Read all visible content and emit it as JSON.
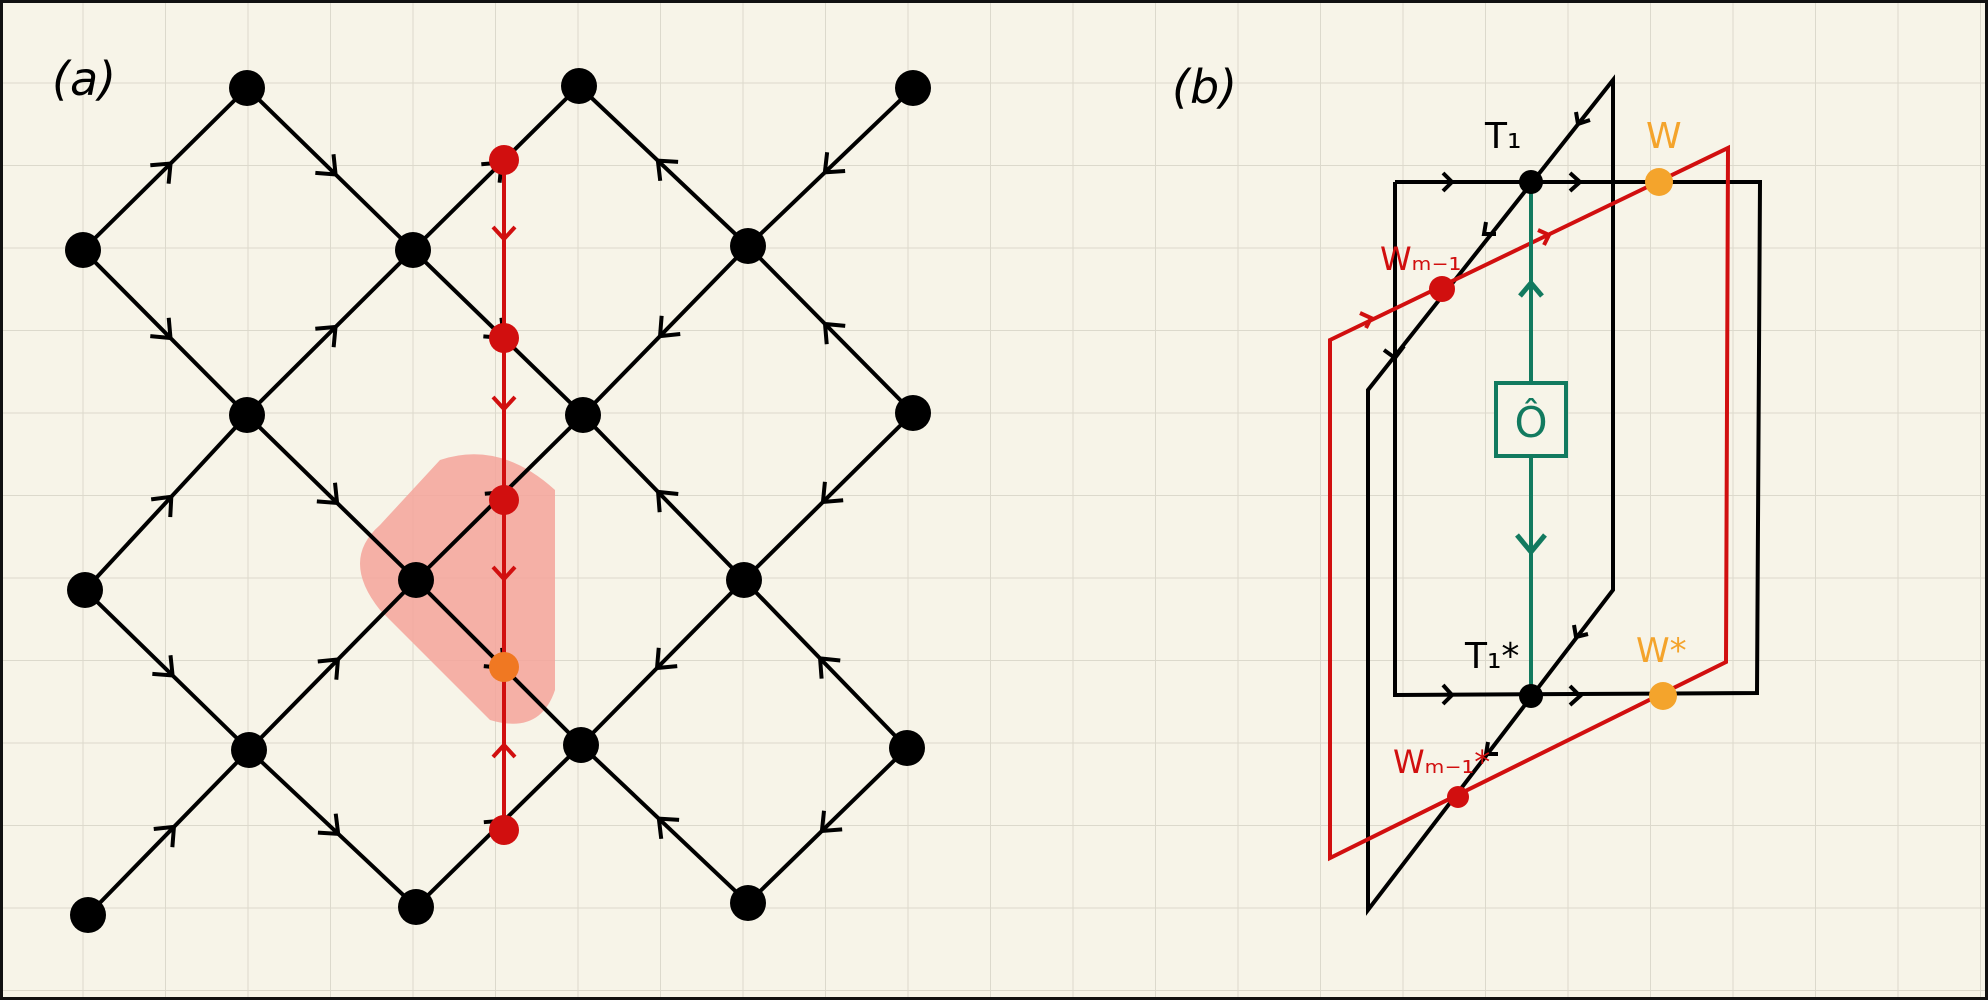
{
  "panel_a": {
    "label": "(a)"
  },
  "panel_b": {
    "label": "(b)",
    "operator_label": "Ô",
    "top_tensor_label": "T₁",
    "bottom_tensor_label": "T₁*",
    "top_w_label": "W",
    "bottom_w_label": "W*",
    "top_wm1_label": "Wₘ₋₁",
    "bottom_wm1_label": "Wₘ₋₁*"
  },
  "colors": {
    "background": "#f7f4e8",
    "grid": "#dcd9cc",
    "black": "#000000",
    "red": "#d10f0f",
    "orange": "#f07822",
    "yellow_orange": "#f4a42c",
    "green": "#127a5f",
    "highlight": "#f4a39a"
  }
}
